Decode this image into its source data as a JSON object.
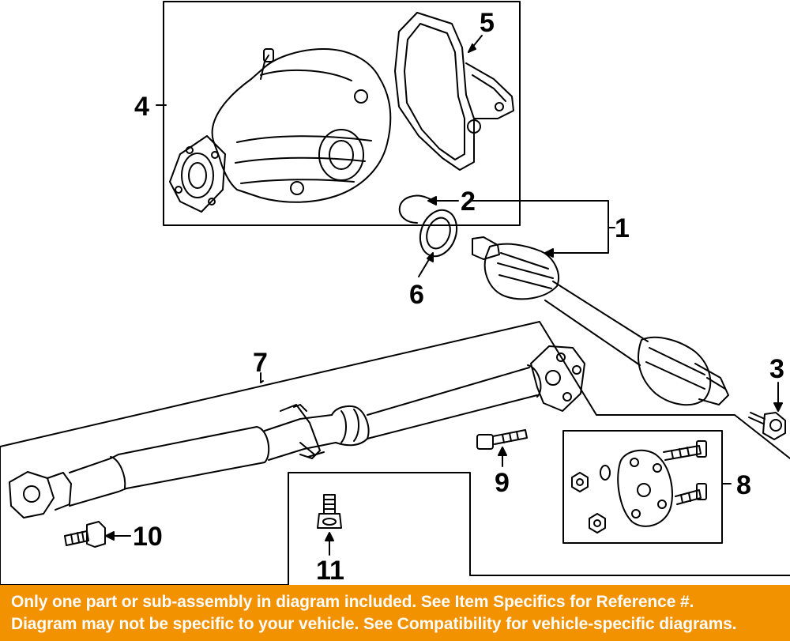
{
  "callouts": {
    "c1": "1",
    "c2": "2",
    "c3": "3",
    "c4": "4",
    "c5": "5",
    "c6": "6",
    "c7": "7",
    "c8": "8",
    "c9": "9",
    "c10": "10",
    "c11": "11"
  },
  "banner": {
    "line1": "Only one part or sub-assembly in diagram included. See Item Specifics for Reference #.",
    "line2": "Diagram may not be specific to your vehicle. See Compatibility for vehicle-specific diagrams."
  },
  "colors": {
    "banner_background": "#f29200",
    "banner_text": "#ffffff",
    "line_art": "#000000"
  }
}
